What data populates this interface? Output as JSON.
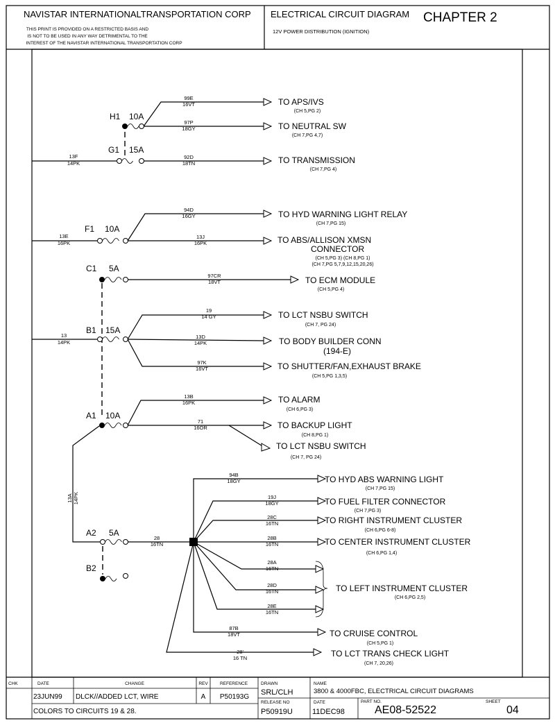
{
  "header": {
    "company": "NAVISTAR INTERNATIONALTRANSPORTATION CORP",
    "notice": [
      "THIS PRINT IS PROVIDED ON A RESTRICTED BASIS AND",
      "IS NOT TO BE USED IN ANY WAY DETRIMENTAL TO THE",
      "INTEREST OF THE NAVISTAR INTERNATIONAL TRANSPORTATION CORP"
    ],
    "doc_type": "ELECTRICAL CIRCUIT DIAGRAM",
    "chapter": "CHAPTER 2",
    "subtitle": "12V POWER DISTRIBUTION (IGNITION)"
  },
  "fuses": [
    {
      "name": "H1",
      "rating": "10A"
    },
    {
      "name": "G1",
      "rating": "15A"
    },
    {
      "name": "F1",
      "rating": "10A"
    },
    {
      "name": "C1",
      "rating": "5A"
    },
    {
      "name": "B1",
      "rating": "15A"
    },
    {
      "name": "A1",
      "rating": "10A"
    },
    {
      "name": "A2",
      "rating": "5A"
    },
    {
      "name": "B2",
      "rating": ""
    }
  ],
  "feeds": [
    {
      "wire": "13F",
      "gauge": "14PK"
    },
    {
      "wire": "13E",
      "gauge": "16PK"
    },
    {
      "wire": "13",
      "gauge": "14PK"
    },
    {
      "wire": "13A",
      "gauge": "14PK"
    }
  ],
  "circuits": [
    {
      "wire": "99E",
      "gauge": "16VT",
      "dest": "TO APS/IVS",
      "ref": "(CH 5,PG 2)"
    },
    {
      "wire": "97P",
      "gauge": "18GY",
      "dest": "TO NEUTRAL SW",
      "ref": "(CH 7,PG 4,7)"
    },
    {
      "wire": "92D",
      "gauge": "18TN",
      "dest": "TO TRANSMISSION",
      "ref": "(CH 7,PG 4)"
    },
    {
      "wire": "94D",
      "gauge": "16GY",
      "dest": "TO HYD WARNING LIGHT RELAY",
      "ref": "(CH 7,PG 15)"
    },
    {
      "wire": "13J",
      "gauge": "16PK",
      "dest": "TO ABS/ALLISON XMSN",
      "dest2": "CONNECTOR",
      "ref": "(CH 5,PG 3) (CH 8,PG 1)",
      "ref2": "(CH 7,PG 5,7,9,12,15,20,26)"
    },
    {
      "wire": "97CR",
      "gauge": "18VT",
      "dest": "TO ECM MODULE",
      "ref": "(CH 5,PG 4)"
    },
    {
      "wire": "19",
      "gauge": "14 GY",
      "dest": "TO LCT NSBU SWITCH",
      "ref": "(CH 7, PG 24)"
    },
    {
      "wire": "13D",
      "gauge": "14PK",
      "dest": "TO BODY BUILDER CONN",
      "dest2": "(194-E)",
      "ref": ""
    },
    {
      "wire": "97K",
      "gauge": "16VT",
      "dest": "TO SHUTTER/FAN,EXHAUST BRAKE",
      "ref": "(CH 5,PG 1,3,5)"
    },
    {
      "wire": "13B",
      "gauge": "16PK",
      "dest": "TO ALARM",
      "ref": "(CH 6,PG 3)"
    },
    {
      "wire": "71",
      "gauge": "16OR",
      "dest": "TO BACKUP LIGHT",
      "ref": "(CH 8,PG 1)"
    },
    {
      "wire": "",
      "gauge": "",
      "dest": "TO LCT NSBU SWITCH",
      "ref": "(CH 7, PG 24)"
    },
    {
      "wire": "28",
      "gauge": "16TN",
      "dest": "",
      "ref": ""
    },
    {
      "wire": "94B",
      "gauge": "18GY",
      "dest": "TO HYD ABS WARNING LIGHT",
      "ref": "(CH 7,PG 15)"
    },
    {
      "wire": "19J",
      "gauge": "18GY",
      "dest": "TO FUEL FILTER CONNECTOR",
      "ref": "(CH 7,PG 3)"
    },
    {
      "wire": "28C",
      "gauge": "16TN",
      "dest": "TO RIGHT INSTRUMENT CLUSTER",
      "ref": "(CH 6,PG 6-8)"
    },
    {
      "wire": "28B",
      "gauge": "16TN",
      "dest": "TO CENTER INSTRUMENT CLUSTER",
      "ref": "(CH 6,PG 1,4)"
    },
    {
      "wire": "28A",
      "gauge": "16TN",
      "dest": "",
      "ref": ""
    },
    {
      "wire": "28D",
      "gauge": "16TN",
      "dest": "TO LEFT INSTRUMENT CLUSTER",
      "ref": "(CH 6,PG 2,5)"
    },
    {
      "wire": "28E",
      "gauge": "16TN",
      "dest": "",
      "ref": ""
    },
    {
      "wire": "87B",
      "gauge": "18VT",
      "dest": "TO CRUISE CONTROL",
      "ref": "(CH 5,PG 1)"
    },
    {
      "wire": "28'",
      "gauge": "16 TN",
      "dest": "TO LCT TRANS CHECK LIGHT",
      "ref": "(CH 7, 20,26)"
    }
  ],
  "title_block": {
    "col_chk": "CHK",
    "col_date": "DATE",
    "col_change": "CHANGE",
    "col_rev": "REV",
    "col_reference": "REFERENCE",
    "date1": "23JUN99",
    "change1": "DLCK//ADDED LCT, WIRE",
    "change2": "COLORS TO CIRCUITS 19 & 28.",
    "rev": "A",
    "reference": "P50193G",
    "drawn_label": "DRAWN",
    "drawn": "SRL/CLH",
    "name_label": "NAME",
    "name": "3800 & 4000FBC, ELECTRICAL CIRCUIT DIAGRAMS",
    "release_label": "RELEASE NO",
    "release": "P50919U",
    "date_label": "DATE",
    "date2": "11DEC98",
    "partno_label": "PART NO.",
    "partno": "AE08-52522",
    "sheet_label": "SHEET",
    "sheet": "04"
  }
}
